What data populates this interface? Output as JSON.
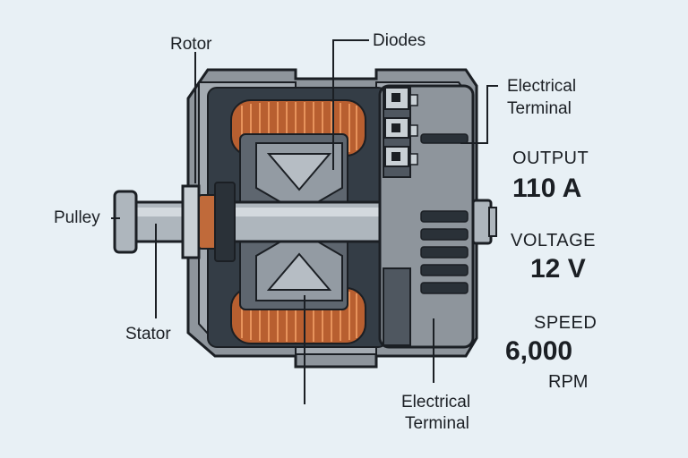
{
  "labels": {
    "rotor": "Rotor",
    "diodes": "Diodes",
    "terminal_top_line1": "Electrical",
    "terminal_top_line2": "Terminal",
    "pulley": "Pulley",
    "stator": "Stator",
    "terminal_bottom_line1": "Electrical",
    "terminal_bottom_line2": "Terminal"
  },
  "specs": {
    "output": {
      "title": "OUTPUT",
      "value": "110 A"
    },
    "voltage": {
      "title": "VOLTAGE",
      "value": "12 V"
    },
    "speed": {
      "title": "SPEED",
      "value": "6,000",
      "unit": "RPM"
    }
  },
  "colors": {
    "background": "#e8f0f5",
    "housing": "#8e959c",
    "housing_dark": "#343d46",
    "copper": "#c06a3a",
    "steel": "#a9b1b8"
  }
}
